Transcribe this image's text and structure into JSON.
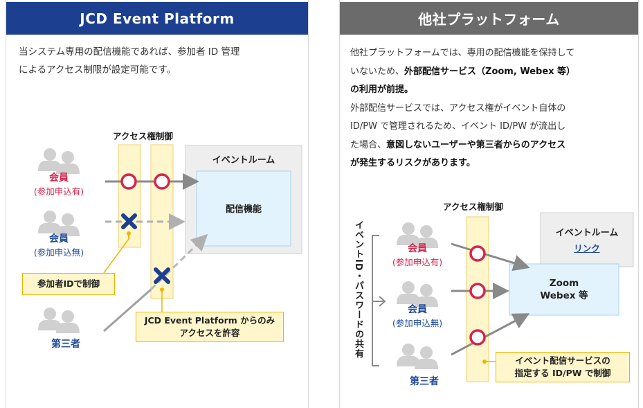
{
  "left": {
    "title": "JCD Event Platform",
    "desc_line1": "当システム専用の配信機能であれば、参加者 ID 管理",
    "desc_line2": "によるアクセス制限が設定可能です。",
    "access_control_label": "アクセス権制御",
    "event_room_label": "イベントルーム",
    "streaming_label": "配信機能",
    "member1": "会員",
    "member1_sub": "(参加申込有)",
    "member2": "会員",
    "member2_sub": "(参加申込無)",
    "third_party": "第三者",
    "note1": "参加者IDで制御",
    "note2_line1": "JCD Event Platform からのみ",
    "note2_line2": "アクセスを許容"
  },
  "right": {
    "title": "他社プラットフォーム",
    "desc": {
      "l1": "他社プラットフォームでは、専用の配信機能を保持して",
      "l2_a": "いないため、",
      "l2_b": "外部配信サービス（Zoom, Webex 等）",
      "l3": "の利用が前提。",
      "l4": "外部配信サービスでは、アクセス権がイベント自体の",
      "l5": "ID/PW で管理されるため、イベント ID/PW が流出し",
      "l6_a": "た場合、",
      "l6_b": "意図しないユーザーや第三者からのアクセス",
      "l7": "が発生するリスクがあります。"
    },
    "access_control_label": "アクセス権制御",
    "event_room_label": "イベントルーム",
    "link_label": "リンク",
    "zoom_line1": "Zoom",
    "zoom_line2": "Webex 等",
    "member1": "会員",
    "member1_sub": "(参加申込有)",
    "member2": "会員",
    "member2_sub": "(参加申込無)",
    "third_party": "第三者",
    "vertical_label": "イベントID・パスワードの共有",
    "note_line1": "イベント配信サービスの",
    "note_line2": "指定する ID/PW で制御"
  },
  "colors": {
    "header_left": "#1c3f8f",
    "header_right": "#6b6b6b",
    "member_red": "#d7244a",
    "member_navy": "#1f4a99",
    "allow_circle": "#d7244a",
    "deny_cross": "#1c3f8f",
    "note_border": "#f0b400",
    "note_fill": "#fff6cc",
    "streaming_fill": "#e3f3fd"
  }
}
